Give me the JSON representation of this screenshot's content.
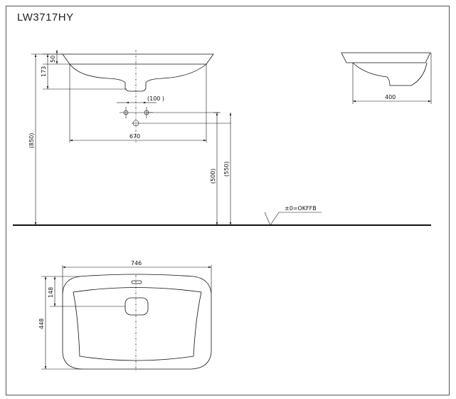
{
  "title": "LW3717HY",
  "dimensions": {
    "front_depth_50": "50",
    "front_depth_173": "173",
    "tap_spacing_100": "(100 )",
    "width_670": "670",
    "height_850": "(850)",
    "height_500": "(500)",
    "height_550": "(550)",
    "side_width_400": "400",
    "top_width_746": "746",
    "top_depth_148": "148",
    "top_depth_448": "448"
  },
  "floor_label": "±0=OKFFB",
  "colors": {
    "line": "#111111",
    "frame": "#555555",
    "background": "#ffffff"
  }
}
